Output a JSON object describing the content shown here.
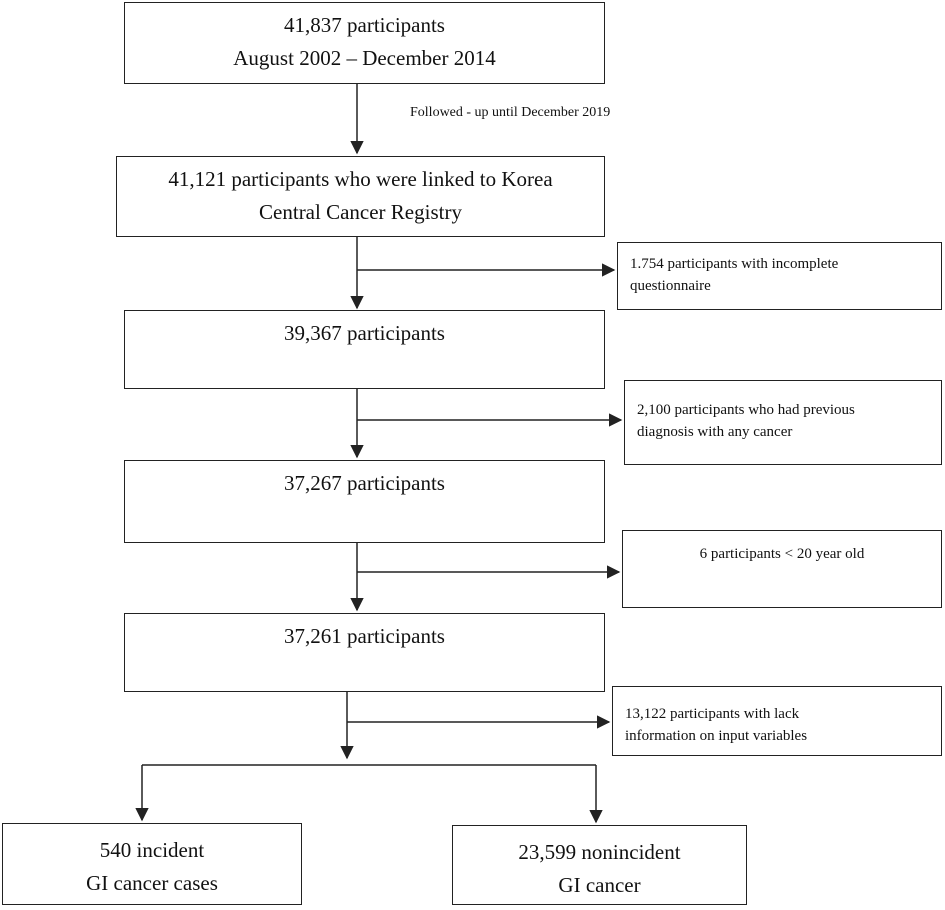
{
  "boxes": {
    "enrolled": {
      "line1": "41,837 participants",
      "line2": "August 2002 – December 2014"
    },
    "followup_note": "Followed - up until December 2019",
    "linked": {
      "line1": "41,121 participants who were linked to Korea",
      "line2": "Central Cancer Registry"
    },
    "excl_questionnaire": {
      "line1": "1.754 participants with incomplete",
      "line2": "questionnaire"
    },
    "after_questionnaire": {
      "line1": "39,367 participants"
    },
    "excl_previous_cancer": {
      "line1": "2,100 participants who had previous",
      "line2": "diagnosis with any cancer"
    },
    "after_previous_cancer": {
      "line1": "37,267 participants"
    },
    "excl_age": {
      "line1": "6 participants < 20 year old"
    },
    "after_age": {
      "line1": "37,261 participants"
    },
    "excl_missing": {
      "line1": "13,122 participants with lack",
      "line2": "information on input variables"
    },
    "incident": {
      "line1": "540 incident",
      "line2": "GI cancer cases"
    },
    "nonincident": {
      "line1": "23,599 nonincident",
      "line2": "GI cancer"
    }
  },
  "colors": {
    "stroke": "#222222",
    "text": "#111111",
    "background": "#ffffff"
  }
}
